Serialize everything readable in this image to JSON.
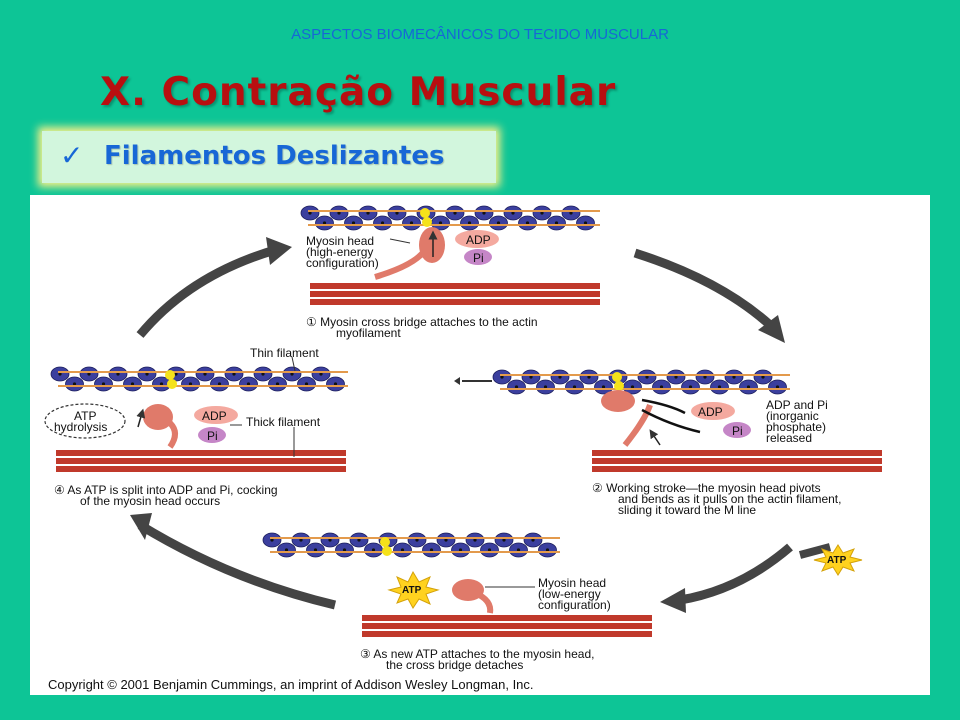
{
  "header": "ASPECTOS BIOMECÂNICOS DO TECIDO MUSCULAR",
  "title": "X. Contração Muscular",
  "subtitle": {
    "check": "✓",
    "text": "Filamentos Deslizantes"
  },
  "figure": {
    "top": {
      "label1": "Myosin head",
      "label2": "(high-energy",
      "label3": "configuration)",
      "adp": "ADP",
      "pi": "Pi",
      "step_line1": "① Myosin cross bridge attaches to the actin",
      "step_line2": "myofilament"
    },
    "right": {
      "adp": "ADP",
      "pi": "Pi",
      "released1": "ADP and Pi",
      "released2": "(inorganic",
      "released3": "phosphate)",
      "released4": "released",
      "step_line1": "② Working stroke—the myosin head pivots",
      "step_line2": "and bends as it pulls on the actin filament,",
      "step_line3": "sliding it toward the M line"
    },
    "bottom": {
      "atp_burst": "ATP",
      "atp_incoming": "ATP",
      "label1": "Myosin head",
      "label2": "(low-energy",
      "label3": "configuration)",
      "step_line1": "③ As new ATP attaches to the myosin head,",
      "step_line2": "the cross bridge detaches"
    },
    "left": {
      "thin_filament": "Thin filament",
      "thick_filament": "Thick filament",
      "atp_hydrolysis1": "ATP",
      "atp_hydrolysis2": "hydrolysis",
      "adp": "ADP",
      "pi": "Pi",
      "step_line1": "④ As ATP is split into ADP and Pi, cocking",
      "step_line2": "of the myosin head occurs"
    },
    "copyright": "Copyright © 2001 Benjamin Cummings, an imprint of Addison Wesley Longman, Inc."
  },
  "colors": {
    "background": "#0dc596",
    "title": "#b80f10",
    "accent_blue": "#1767d6",
    "actin_bead": "#3b3f9e",
    "thick_filament": "#c0392b",
    "myosin_head": "#e07a6a",
    "adp_bubble": "#f4a99f",
    "pi_bubble": "#c586c7",
    "atp_burst": "#ffd21f"
  }
}
